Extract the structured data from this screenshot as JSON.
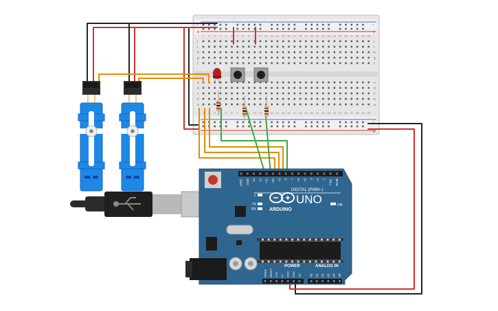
{
  "board": {
    "brand": "ARDUINO",
    "model": "UNO",
    "digital_header_label": "DIGITAL (PWM~)",
    "power_label": "POWER",
    "analog_label": "ANALOG IN",
    "on_label": "ON",
    "led_labels": [
      "L",
      "TX",
      "RX"
    ],
    "digital_pins": [
      "AREF",
      "GND",
      "13",
      "12",
      "~11",
      "~10",
      "~9",
      "8",
      "7",
      "~6",
      "~5",
      "4",
      "~3",
      "2",
      "TX▸1",
      "RX◂0"
    ],
    "power_pins": [
      "IOREF",
      "RESET",
      "3.3V",
      "5V",
      "GND",
      "GND",
      "Vin"
    ],
    "analog_pins": [
      "A0",
      "A1",
      "A2",
      "A3",
      "A4",
      "A5"
    ]
  },
  "breadboard": {
    "row_letters_top": [
      "j",
      "i",
      "h",
      "g",
      "f"
    ],
    "row_letters_bottom": [
      "e",
      "d",
      "c",
      "b",
      "a"
    ],
    "columns": [
      "1",
      "2",
      "3",
      "4",
      "5",
      "6",
      "7",
      "8",
      "9",
      "10",
      "11",
      "12",
      "13",
      "14",
      "15",
      "16",
      "17",
      "18",
      "19",
      "20",
      "21",
      "22",
      "23",
      "24",
      "25",
      "26",
      "27",
      "28",
      "29",
      "30"
    ],
    "rail_plus": "+",
    "rail_minus": "-"
  },
  "components": {
    "servos": [
      "servo-1",
      "servo-2"
    ],
    "buttons": [
      "pushbutton-1",
      "pushbutton-2"
    ],
    "resistors": [
      "resistor-1",
      "resistor-2",
      "resistor-3"
    ],
    "led_color": "#b71c1c",
    "usb": "USB cable"
  },
  "colors": {
    "wire_black": "#222222",
    "wire_red": "#d32f2f",
    "wire_orange": "#e68a00",
    "wire_green": "#3aa83a",
    "board_blue": "#2f6690",
    "servo_blue": "#1e88e5"
  }
}
